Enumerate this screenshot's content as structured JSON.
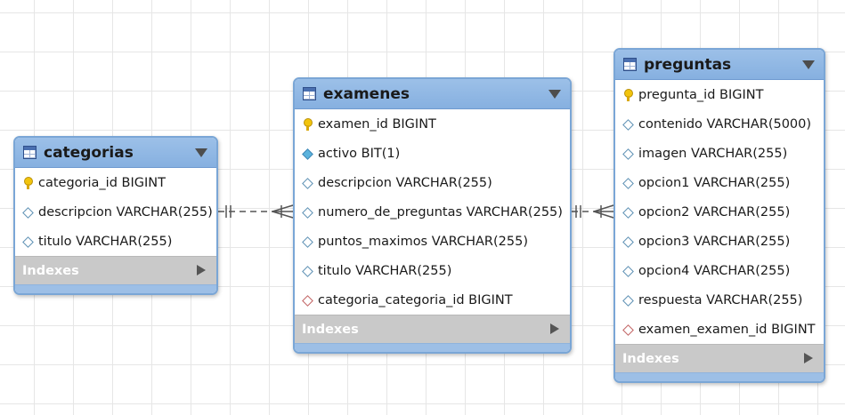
{
  "tables": {
    "categorias": {
      "name": "categorias",
      "columns": [
        {
          "text": "categoria_id BIGINT",
          "icon": "primary-key-icon"
        },
        {
          "text": "descripcion VARCHAR(255)",
          "icon": "column-diamond-icon"
        },
        {
          "text": "titulo VARCHAR(255)",
          "icon": "column-diamond-icon"
        }
      ],
      "indexes_label": "Indexes"
    },
    "examenes": {
      "name": "examenes",
      "columns": [
        {
          "text": "examen_id BIGINT",
          "icon": "primary-key-icon"
        },
        {
          "text": "activo BIT(1)",
          "icon": "not-null-column-icon"
        },
        {
          "text": "descripcion VARCHAR(255)",
          "icon": "column-diamond-icon"
        },
        {
          "text": "numero_de_preguntas VARCHAR(255)",
          "icon": "column-diamond-icon"
        },
        {
          "text": "puntos_maximos VARCHAR(255)",
          "icon": "column-diamond-icon"
        },
        {
          "text": "titulo VARCHAR(255)",
          "icon": "column-diamond-icon"
        },
        {
          "text": "categoria_categoria_id BIGINT",
          "icon": "foreign-key-icon"
        }
      ],
      "indexes_label": "Indexes"
    },
    "preguntas": {
      "name": "preguntas",
      "columns": [
        {
          "text": "pregunta_id BIGINT",
          "icon": "primary-key-icon"
        },
        {
          "text": "contenido VARCHAR(5000)",
          "icon": "column-diamond-icon"
        },
        {
          "text": "imagen VARCHAR(255)",
          "icon": "column-diamond-icon"
        },
        {
          "text": "opcion1 VARCHAR(255)",
          "icon": "column-diamond-icon"
        },
        {
          "text": "opcion2 VARCHAR(255)",
          "icon": "column-diamond-icon"
        },
        {
          "text": "opcion3 VARCHAR(255)",
          "icon": "column-diamond-icon"
        },
        {
          "text": "opcion4 VARCHAR(255)",
          "icon": "column-diamond-icon"
        },
        {
          "text": "respuesta VARCHAR(255)",
          "icon": "column-diamond-icon"
        },
        {
          "text": "examen_examen_id BIGINT",
          "icon": "foreign-key-icon"
        }
      ],
      "indexes_label": "Indexes"
    }
  },
  "colors": {
    "header": "#8db5e4",
    "border": "#7aa6d6",
    "indexes_bar": "#c9c9c9",
    "grid": "#e6e6e6",
    "relationship_line": "#555555"
  },
  "relationships": [
    {
      "from": "categorias",
      "to": "examenes",
      "type": "one-to-many",
      "style": "dashed"
    },
    {
      "from": "examenes",
      "to": "preguntas",
      "type": "one-to-many",
      "style": "dashed"
    }
  ]
}
